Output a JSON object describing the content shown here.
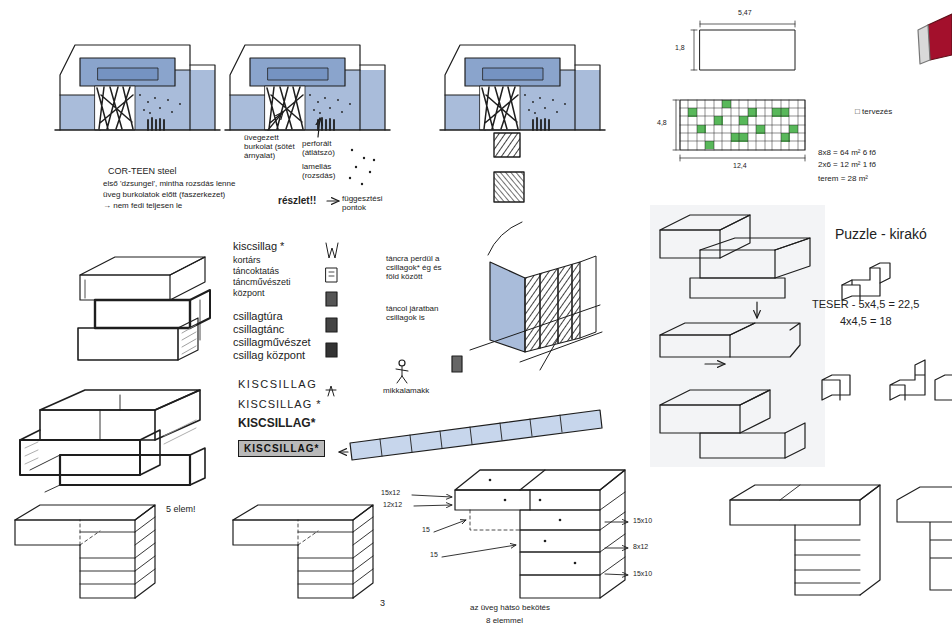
{
  "diagram": {
    "nodes": [
      {
        "text": [
          "KISCSILLAG*"
        ]
      }
    ],
    "labels": [
      "COR-TEEN steel",
      "első 'dzsungel', mintha rozsdás lenne",
      "üveg burkolatok előtt (faszerkezet)",
      "→ nem fedi teljesen le",
      "üvegezett burkolat (sötét árnyalat)",
      "perforált (átlátszó)",
      "lamellás (rozsdás)",
      "részlet!!",
      "függesztési pontok",
      "kiscsillag *",
      "kortárs",
      "táncoktatás",
      "táncművészeti",
      "központ",
      "csillagtúra",
      "csillagtánc",
      "csillagművészet",
      "csillag központ",
      "KISCSILLAG",
      "KISCSILLAG *",
      "KISCSILLAG*",
      "táncra perdül a csillagok* ég és föld között",
      "táncol járatban csillagok is",
      "mikkalamakk",
      "5 elem!",
      "5,47",
      "1,8",
      "4,8",
      "12,4",
      "□ tervezés",
      "8x8 = 64 m² 6 fő",
      "2x6 = 12 m² 1 fő",
      "terem = 28 m²",
      "Puzzle - kirakó",
      "TESER - 5x4,5 = 22,5",
      "4x4,5 = 18",
      "15x12",
      "12x12",
      "15",
      "15",
      "15x10",
      "8x12",
      "15x10",
      "az üveg hátsó bekötés",
      "8 elemmel",
      "3"
    ]
  }
}
